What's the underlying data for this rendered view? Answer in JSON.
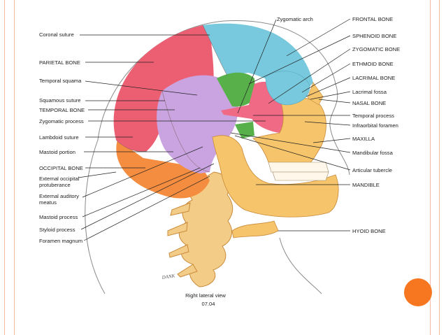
{
  "colors": {
    "background": "#ffffff",
    "frame_rule": "#f4b9a1",
    "accent_dot": "#f6771f",
    "parietal": "#ec5f72",
    "temporal": "#c9a4e0",
    "frontal": "#78c9de",
    "occipital": "#f48d3f",
    "sphenoid": "#57b04a",
    "zygomatic": "#f06a86",
    "face_bone": "#f6c46a",
    "spine": "#f3cd87",
    "outline": "#8a8a8a"
  },
  "left_labels": [
    "Coronal suture",
    "PARIETAL BONE",
    "Temporal squama",
    "Squamous suture",
    "TEMPORAL BONE",
    "Zygomatic process",
    "Lambdoid suture",
    "Mastoid portion",
    "OCCIPITAL BONE",
    "External occipital protuberance",
    "External auditory meatus",
    "Mastoid process",
    "Styloid process",
    "Foramen magnum"
  ],
  "top_labels": [
    "Zygomatic arch"
  ],
  "right_labels": [
    "FRONTAL BONE",
    "SPHENOID BONE",
    "ZYGOMATIC BONE",
    "ETHMOID BONE",
    "LACRIMAL BONE",
    "Lacrimal fossa",
    "NASAL BONE",
    "Temporal process",
    "Infraorbital foramen",
    "MAXILLA",
    "Mandibular fossa",
    "Articular tubercle",
    "MANDIBLE",
    "HYOID BONE"
  ],
  "caption": {
    "view": "Right lateral view",
    "figure_number": "07.04"
  },
  "signature": "DANK"
}
